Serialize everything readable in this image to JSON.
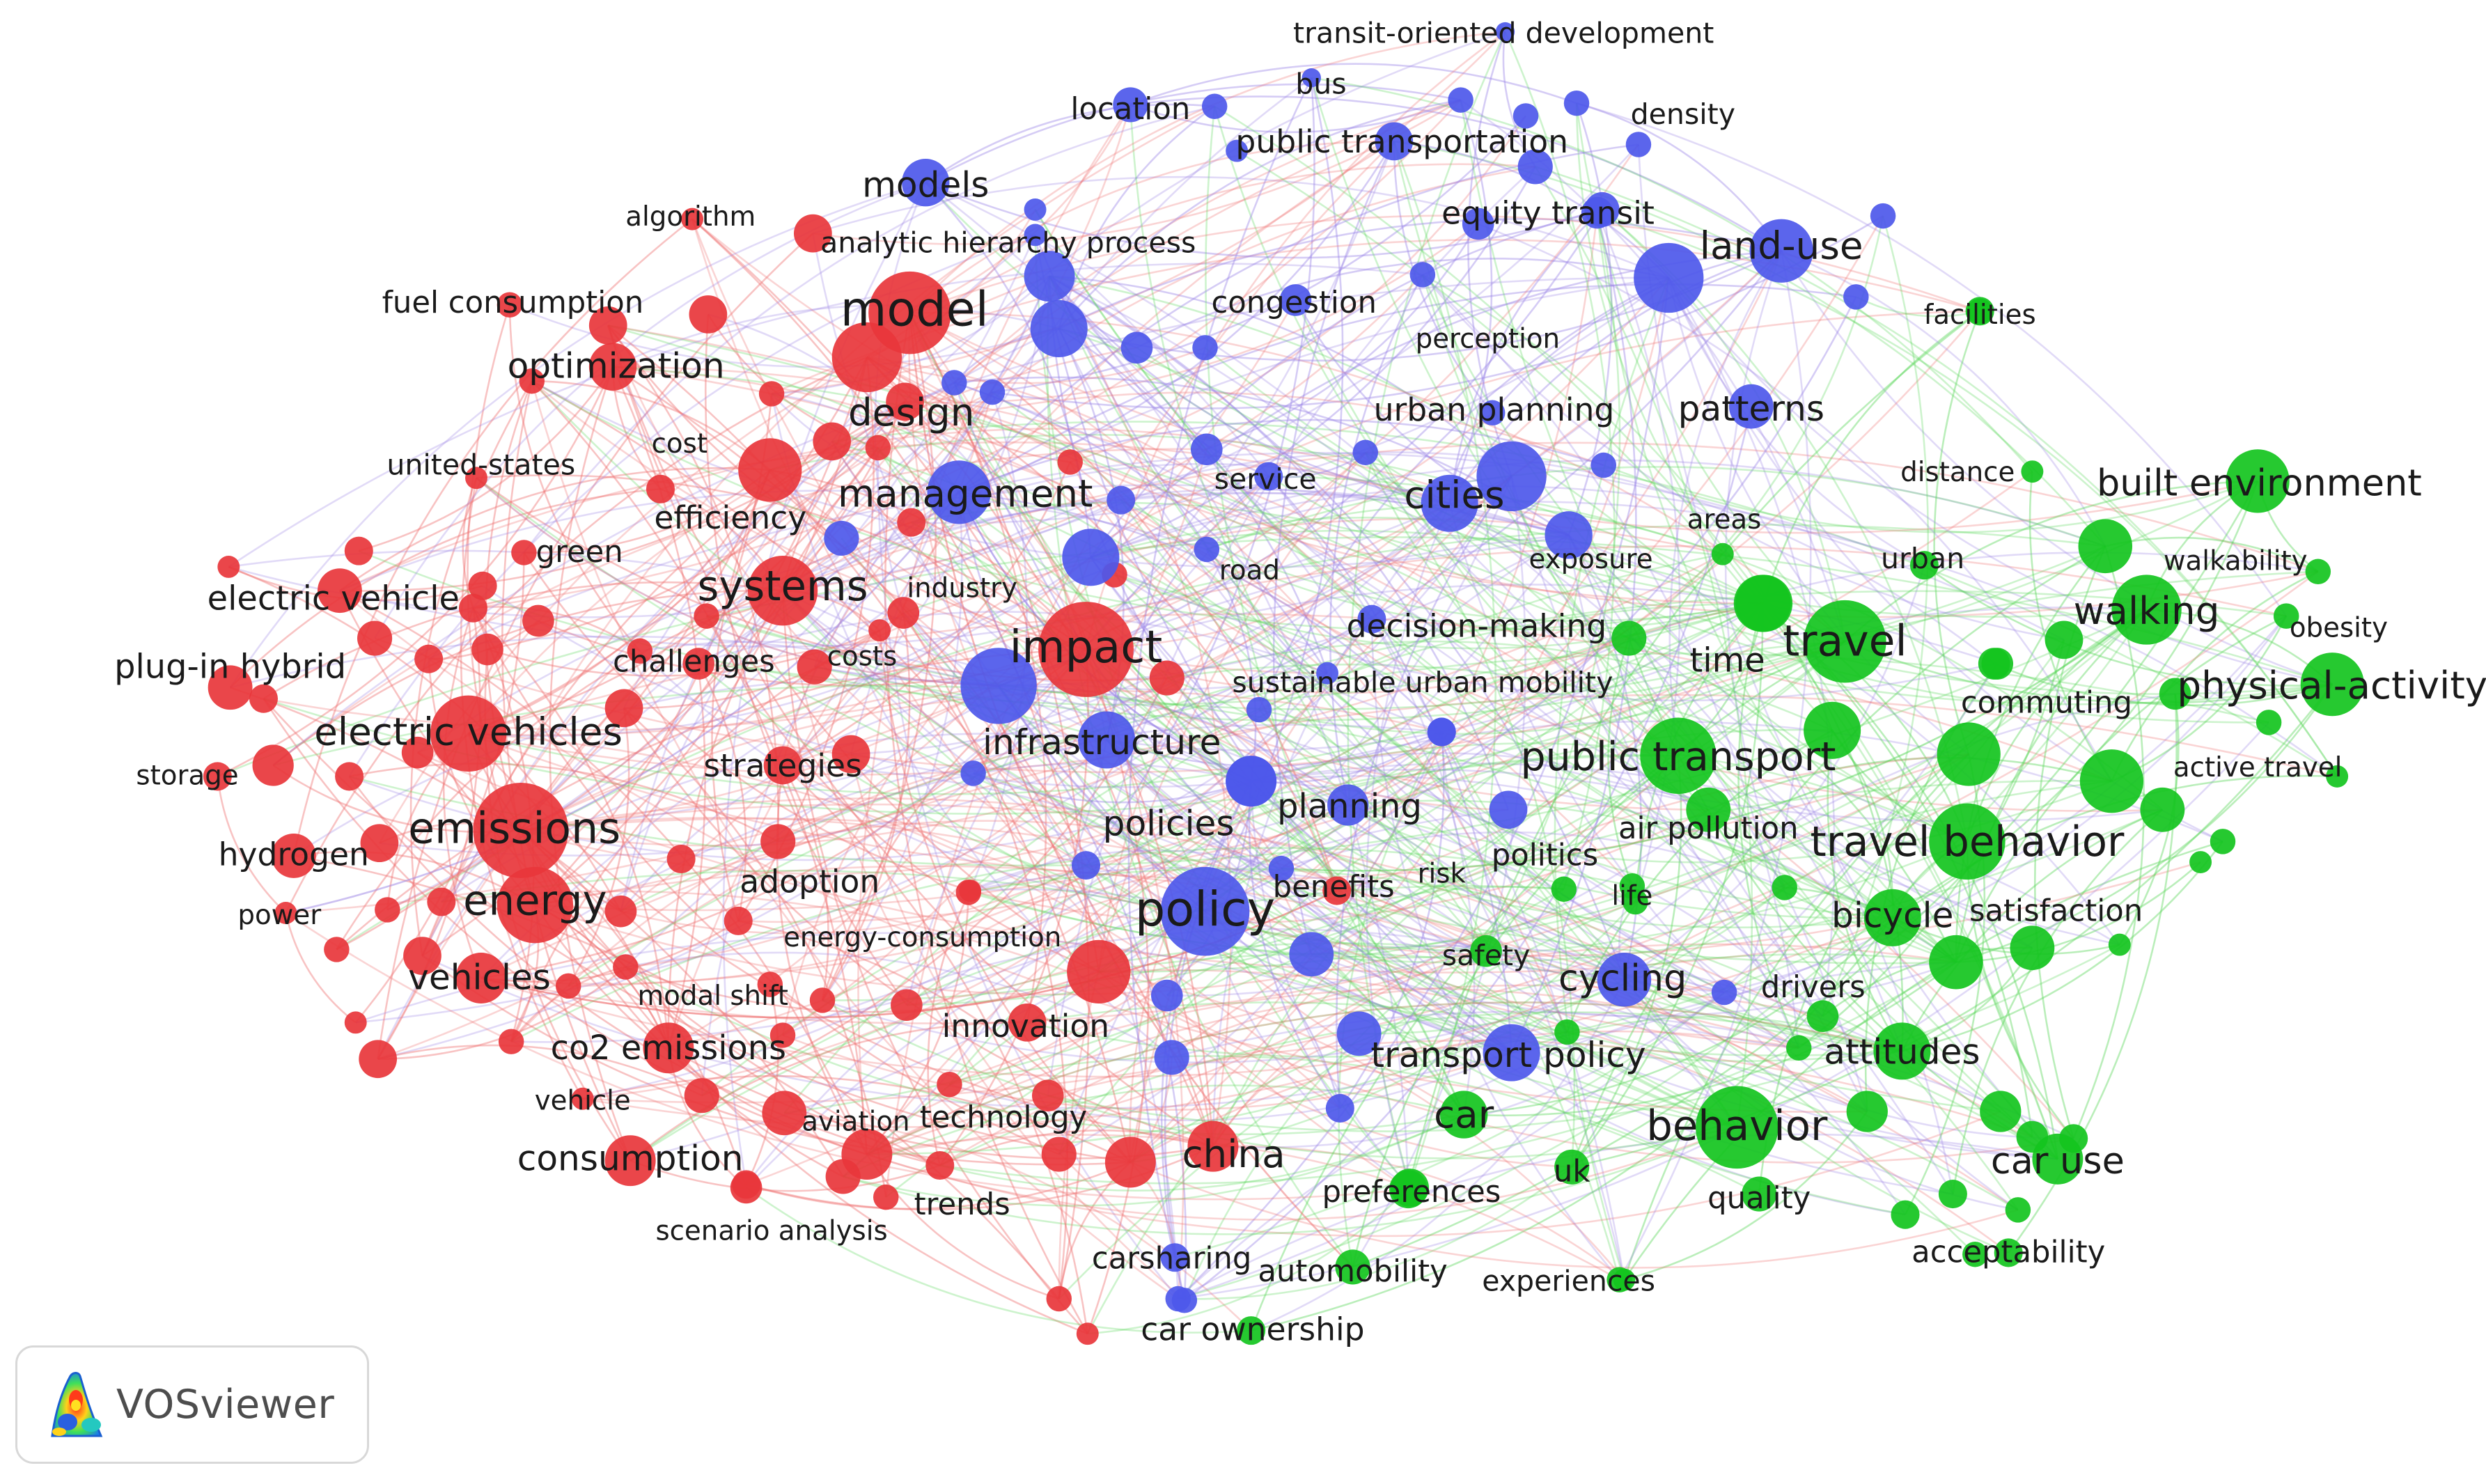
{
  "colors": {
    "red": "#e8363b",
    "blue": "#4d58ea",
    "green": "#14c41e",
    "edge_red": "#ef6f6f",
    "edge_blue": "#9a86e6",
    "edge_green": "#5ad65a",
    "text": "#1a1a1a",
    "badge_text": "#4d4d4d",
    "badge_border": "#d8d8d8"
  },
  "clusters": [
    {
      "color": "red",
      "terms": [
        "algorithm",
        "fuel consumption",
        "optimization",
        "cost",
        "united-states",
        "efficiency",
        "green",
        "electric vehicle",
        "plug-in hybrid",
        "systems",
        "industry",
        "challenges",
        "costs",
        "electric vehicles",
        "storage",
        "strategies",
        "emissions",
        "hydrogen",
        "adoption",
        "energy",
        "power",
        "energy-consumption",
        "vehicles",
        "modal shift",
        "innovation",
        "co2 emissions",
        "vehicle",
        "aviation",
        "technology",
        "consumption",
        "trends",
        "scenario analysis",
        "china",
        "impact",
        "design",
        "model"
      ]
    },
    {
      "color": "blue",
      "terms": [
        "transit-oriented development",
        "bus",
        "density",
        "location",
        "public transportation",
        "models",
        "equity transit",
        "land-use",
        "analytic hierarchy process",
        "congestion",
        "perception",
        "urban planning",
        "patterns",
        "management",
        "service",
        "cities",
        "exposure",
        "road",
        "decision-making",
        "sustainable urban mobility",
        "infrastructure",
        "planning",
        "policies",
        "politics",
        "risk",
        "benefits",
        "policy",
        "cycling",
        "transport policy",
        "carsharing",
        "car ownership"
      ]
    },
    {
      "color": "green",
      "terms": [
        "facilities",
        "distance",
        "built environment",
        "areas",
        "urban",
        "walkability",
        "walking",
        "obesity",
        "travel",
        "time",
        "physical-activity",
        "commuting",
        "public transport",
        "active travel",
        "air pollution",
        "travel behavior",
        "life",
        "bicycle",
        "satisfaction",
        "safety",
        "drivers",
        "attitudes",
        "car",
        "behavior",
        "uk",
        "car use",
        "preferences",
        "quality",
        "automobility",
        "experiences",
        "acceptability"
      ]
    }
  ],
  "badge": {
    "text": "VOSviewer",
    "icon": "vosviewer-logo-icon"
  }
}
